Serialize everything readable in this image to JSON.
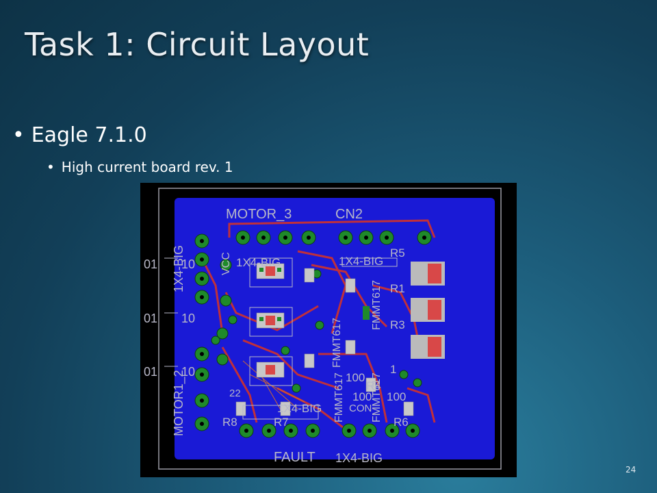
{
  "slide": {
    "title": "Task 1: Circuit Layout",
    "bullet_1": "Eagle 7.1.0",
    "bullet_2": "High current board rev. 1",
    "page_number": "24"
  },
  "pcb": {
    "labels": {
      "motor3": "MOTOR_3",
      "cn2": "CN2",
      "motor1_2": "MOTOR1_2",
      "vcc": "VCC",
      "big_1x4_left": "1X4-BIG",
      "big_1x4_top_left": "1X4-BIG",
      "big_1x4_top_right": "1X4-BIG",
      "big_1x4_bottom": "1X4-BIG",
      "big_1x4_bottom2": "1X4-BIG",
      "fault": "FAULT",
      "r5": "R5",
      "r1": "R1",
      "r3": "R3",
      "r6": "R6",
      "r7": "R7",
      "r8": "R8",
      "r4": "R4",
      "val_100a": "100",
      "val_100b": "100",
      "val_100c": "100",
      "val_1": "1",
      "fmmt1": "FMMT617",
      "fmmt2": "FMMT617",
      "fmmt3": "FMMT617",
      "fmmt4": "FMMT617",
      "ten_1": "01",
      "ten_2": "01",
      "ten_3": "01",
      "ten_r1": "10",
      "ten_r2": "10",
      "ten_r3": "10",
      "q22": "22",
      "con": "CON"
    },
    "colors": {
      "board": "#1a1ad6",
      "trace_red": "#c0303a",
      "pad_green": "#1f8a2a",
      "silk": "#b8b8c8",
      "smd": "#d84848"
    }
  }
}
